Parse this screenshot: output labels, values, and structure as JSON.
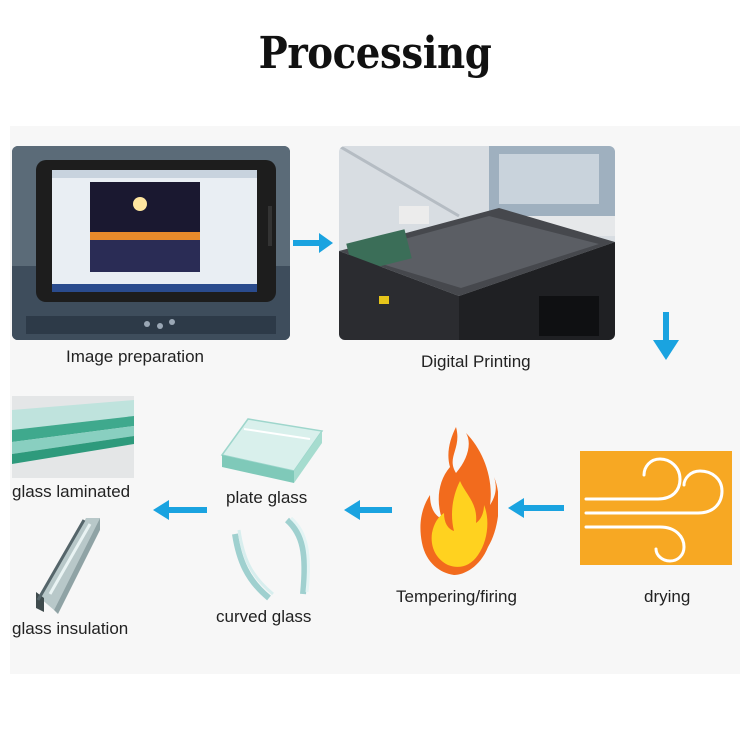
{
  "title": "Processing",
  "steps": {
    "image_preparation": "Image preparation",
    "digital_printing": "Digital Printing",
    "drying": "drying",
    "tempering": "Tempering/firing",
    "plate_glass": "plate glass",
    "curved_glass": "curved glass",
    "glass_laminated": "glass laminated",
    "glass_insulation": "glass insulation"
  },
  "colors": {
    "arrow": "#1aa3e0",
    "drying_bg": "#f7a823",
    "flame_outer": "#f26b1d",
    "flame_inner": "#ffd21f"
  }
}
